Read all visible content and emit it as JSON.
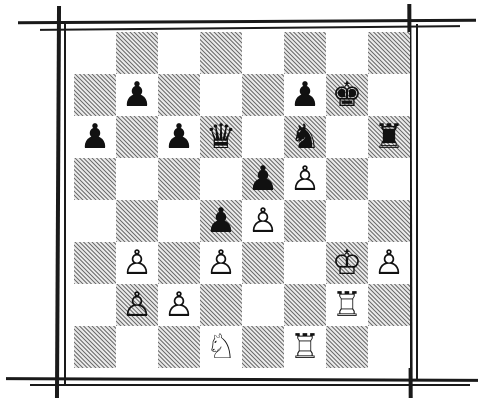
{
  "board": {
    "ranks": [
      [
        "",
        "",
        "",
        "",
        "",
        "",
        "",
        ""
      ],
      [
        "",
        "bp",
        "",
        "",
        "",
        "bp",
        "bk",
        ""
      ],
      [
        "bp",
        "",
        "bp",
        "bq",
        "",
        "bn",
        "",
        "br"
      ],
      [
        "",
        "",
        "",
        "",
        "bp",
        "wp",
        "",
        ""
      ],
      [
        "",
        "",
        "",
        "bp",
        "wp",
        "",
        "",
        ""
      ],
      [
        "",
        "wp",
        "",
        "wp",
        "",
        "",
        "wk",
        "wp"
      ],
      [
        "",
        "wp",
        "wp",
        "",
        "",
        "",
        "wr",
        ""
      ],
      [
        "",
        "",
        "",
        "wn",
        "",
        "wr",
        "",
        ""
      ]
    ],
    "light_top_left": true
  },
  "pieces": {
    "wk": {
      "glyph": "♔",
      "icon": "white-king-icon"
    },
    "wq": {
      "glyph": "♕",
      "icon": "white-queen-icon"
    },
    "wr": {
      "glyph": "♖",
      "icon": "white-rook-icon"
    },
    "wb": {
      "glyph": "♗",
      "icon": "white-bishop-icon"
    },
    "wn": {
      "glyph": "♘",
      "icon": "white-knight-icon"
    },
    "wp": {
      "glyph": "♙",
      "icon": "white-pawn-icon"
    },
    "bk": {
      "glyph": "♚",
      "icon": "black-king-icon"
    },
    "bq": {
      "glyph": "♛",
      "icon": "black-queen-icon"
    },
    "br": {
      "glyph": "♜",
      "icon": "black-rook-icon"
    },
    "bb": {
      "glyph": "♝",
      "icon": "black-bishop-icon"
    },
    "bn": {
      "glyph": "♞",
      "icon": "black-knight-icon"
    },
    "bp": {
      "glyph": "♟",
      "icon": "black-pawn-icon"
    }
  }
}
